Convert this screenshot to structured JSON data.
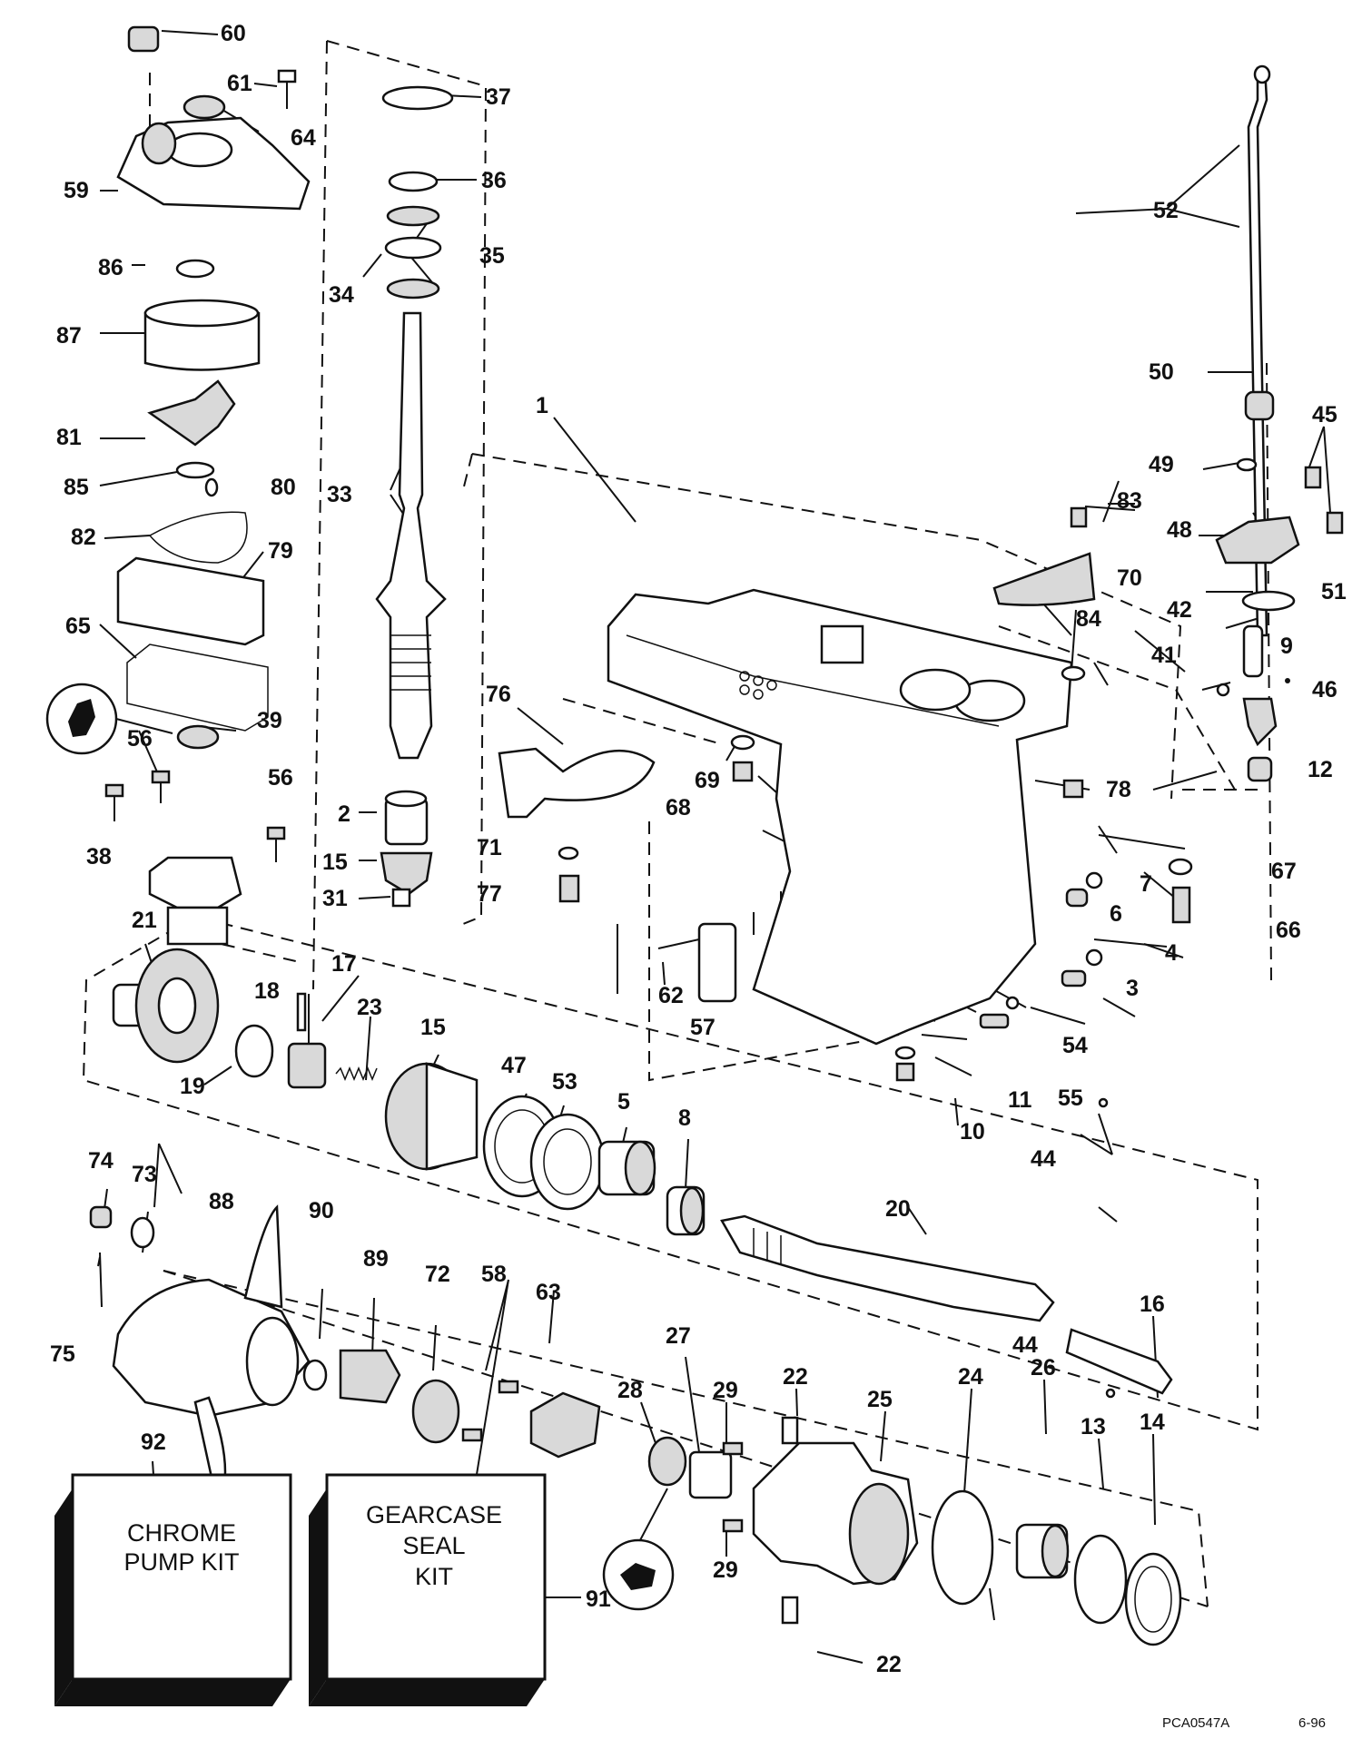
{
  "diagram_code": "PCA0547A",
  "diagram_date": "6-96",
  "kits": {
    "chrome_pump_kit": {
      "line1": "CHROME",
      "line2": "PUMP KIT"
    },
    "gearcase_seal_kit": {
      "line1": "GEARCASE",
      "line2": "SEAL",
      "line3": "KIT"
    }
  },
  "parts": [
    {
      "id": "p1",
      "label": "1"
    },
    {
      "id": "p2",
      "label": "2"
    },
    {
      "id": "p3",
      "label": "3"
    },
    {
      "id": "p4",
      "label": "4"
    },
    {
      "id": "p5",
      "label": "5"
    },
    {
      "id": "p6",
      "label": "6"
    },
    {
      "id": "p7",
      "label": "7"
    },
    {
      "id": "p8",
      "label": "8"
    },
    {
      "id": "p9",
      "label": "9"
    },
    {
      "id": "p10",
      "label": "10"
    },
    {
      "id": "p11",
      "label": "11"
    },
    {
      "id": "p12",
      "label": "12"
    },
    {
      "id": "p13",
      "label": "13"
    },
    {
      "id": "p14",
      "label": "14"
    },
    {
      "id": "p15a",
      "label": "15"
    },
    {
      "id": "p15b",
      "label": "15"
    },
    {
      "id": "p16",
      "label": "16"
    },
    {
      "id": "p17",
      "label": "17"
    },
    {
      "id": "p18",
      "label": "18"
    },
    {
      "id": "p19",
      "label": "19"
    },
    {
      "id": "p20",
      "label": "20"
    },
    {
      "id": "p21",
      "label": "21"
    },
    {
      "id": "p22a",
      "label": "22"
    },
    {
      "id": "p22b",
      "label": "22"
    },
    {
      "id": "p23",
      "label": "23"
    },
    {
      "id": "p24",
      "label": "24"
    },
    {
      "id": "p25",
      "label": "25"
    },
    {
      "id": "p26",
      "label": "26"
    },
    {
      "id": "p27",
      "label": "27"
    },
    {
      "id": "p28",
      "label": "28"
    },
    {
      "id": "p29a",
      "label": "29"
    },
    {
      "id": "p29b",
      "label": "29"
    },
    {
      "id": "p31",
      "label": "31"
    },
    {
      "id": "p33",
      "label": "33"
    },
    {
      "id": "p34",
      "label": "34"
    },
    {
      "id": "p35",
      "label": "35"
    },
    {
      "id": "p36",
      "label": "36"
    },
    {
      "id": "p37",
      "label": "37"
    },
    {
      "id": "p38",
      "label": "38"
    },
    {
      "id": "p39",
      "label": "39"
    },
    {
      "id": "p41",
      "label": "41"
    },
    {
      "id": "p42",
      "label": "42"
    },
    {
      "id": "p44a",
      "label": "44"
    },
    {
      "id": "p44b",
      "label": "44"
    },
    {
      "id": "p45",
      "label": "45"
    },
    {
      "id": "p46",
      "label": "46"
    },
    {
      "id": "p47",
      "label": "47"
    },
    {
      "id": "p48",
      "label": "48"
    },
    {
      "id": "p49",
      "label": "49"
    },
    {
      "id": "p50",
      "label": "50"
    },
    {
      "id": "p51",
      "label": "51"
    },
    {
      "id": "p52",
      "label": "52"
    },
    {
      "id": "p53",
      "label": "53"
    },
    {
      "id": "p54",
      "label": "54"
    },
    {
      "id": "p55",
      "label": "55"
    },
    {
      "id": "p56a",
      "label": "56"
    },
    {
      "id": "p56b",
      "label": "56"
    },
    {
      "id": "p57",
      "label": "57"
    },
    {
      "id": "p58",
      "label": "58"
    },
    {
      "id": "p59",
      "label": "59"
    },
    {
      "id": "p60",
      "label": "60"
    },
    {
      "id": "p61",
      "label": "61"
    },
    {
      "id": "p62",
      "label": "62"
    },
    {
      "id": "p63",
      "label": "63"
    },
    {
      "id": "p64",
      "label": "64"
    },
    {
      "id": "p65",
      "label": "65"
    },
    {
      "id": "p66",
      "label": "66"
    },
    {
      "id": "p67",
      "label": "67"
    },
    {
      "id": "p68",
      "label": "68"
    },
    {
      "id": "p69",
      "label": "69"
    },
    {
      "id": "p70",
      "label": "70"
    },
    {
      "id": "p71",
      "label": "71"
    },
    {
      "id": "p72",
      "label": "72"
    },
    {
      "id": "p73",
      "label": "73"
    },
    {
      "id": "p74",
      "label": "74"
    },
    {
      "id": "p75",
      "label": "75"
    },
    {
      "id": "p76",
      "label": "76"
    },
    {
      "id": "p77",
      "label": "77"
    },
    {
      "id": "p78",
      "label": "78"
    },
    {
      "id": "p79",
      "label": "79"
    },
    {
      "id": "p80",
      "label": "80"
    },
    {
      "id": "p81",
      "label": "81"
    },
    {
      "id": "p82",
      "label": "82"
    },
    {
      "id": "p83",
      "label": "83"
    },
    {
      "id": "p84",
      "label": "84"
    },
    {
      "id": "p85",
      "label": "85"
    },
    {
      "id": "p86",
      "label": "86"
    },
    {
      "id": "p87",
      "label": "87"
    },
    {
      "id": "p88",
      "label": "88"
    },
    {
      "id": "p89",
      "label": "89"
    },
    {
      "id": "p90",
      "label": "90"
    },
    {
      "id": "p91",
      "label": "91"
    },
    {
      "id": "p92",
      "label": "92"
    }
  ]
}
